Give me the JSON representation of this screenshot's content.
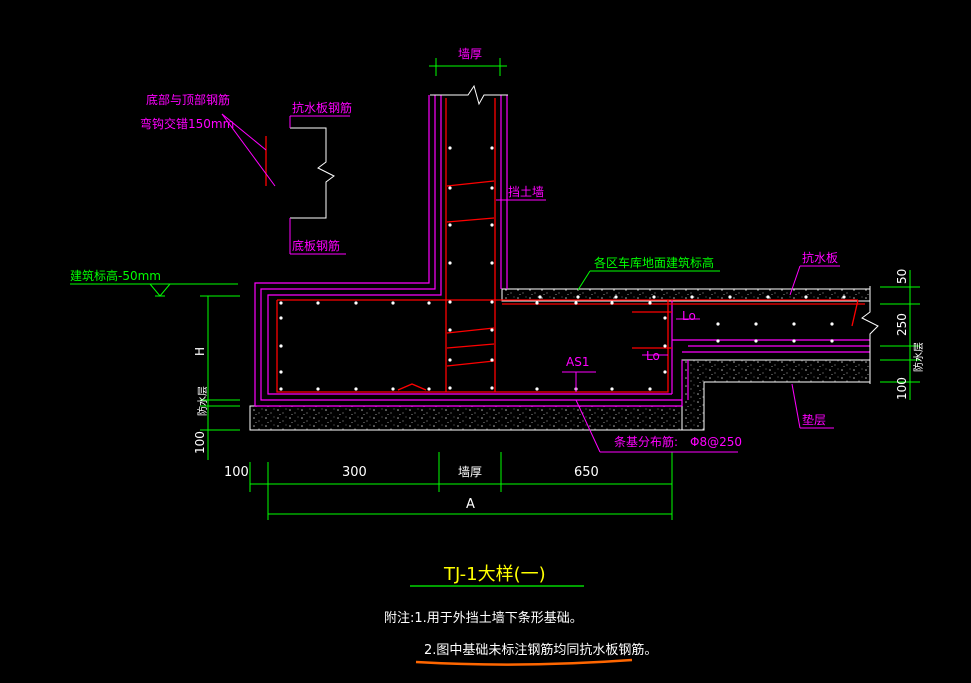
{
  "colors": {
    "background": "#000000",
    "magenta": "#ff00ff",
    "green": "#00ff00",
    "red": "#ff0000",
    "white": "#ffffff",
    "yellow": "#ffff00",
    "orange": "#ff6600",
    "hatch": "#9a9a9a"
  },
  "labels": {
    "wall_thickness_top": "墙厚",
    "bottom_top_rebar_line1": "底部与顶部钢筋",
    "bottom_top_rebar_line2": "弯钩交错150mm",
    "anti_water_rebar": "抗水板钢筋",
    "bottom_plate_rebar": "底板钢筋",
    "retaining_wall": "挡土墙",
    "garage_floor_elev": "各区车库地面建筑标高",
    "anti_water_plate": "抗水板",
    "building_elev": "建筑标高-50mm",
    "lo_1": "Lo",
    "lo_2": "Lo",
    "as1": "AS1",
    "dist_rebar": "条基分布筋:",
    "dist_rebar_spec": "Φ8@250",
    "cushion": "垫层",
    "h": "H",
    "waterproof_left": "防水层",
    "waterproof_right": "防水层"
  },
  "dims": {
    "d100_left": "100",
    "d300": "300",
    "wall_thickness_bottom": "墙厚",
    "d650": "650",
    "a": "A",
    "d100_vertical": "100",
    "r50": "50",
    "r250": "250",
    "r100": "100"
  },
  "title": "TJ-1大样(一)",
  "notes": {
    "line1": "附注:1.用于外挡土墙下条形基础。",
    "line2": "2.图中基础未标注钢筋均同抗水板钢筋。"
  }
}
